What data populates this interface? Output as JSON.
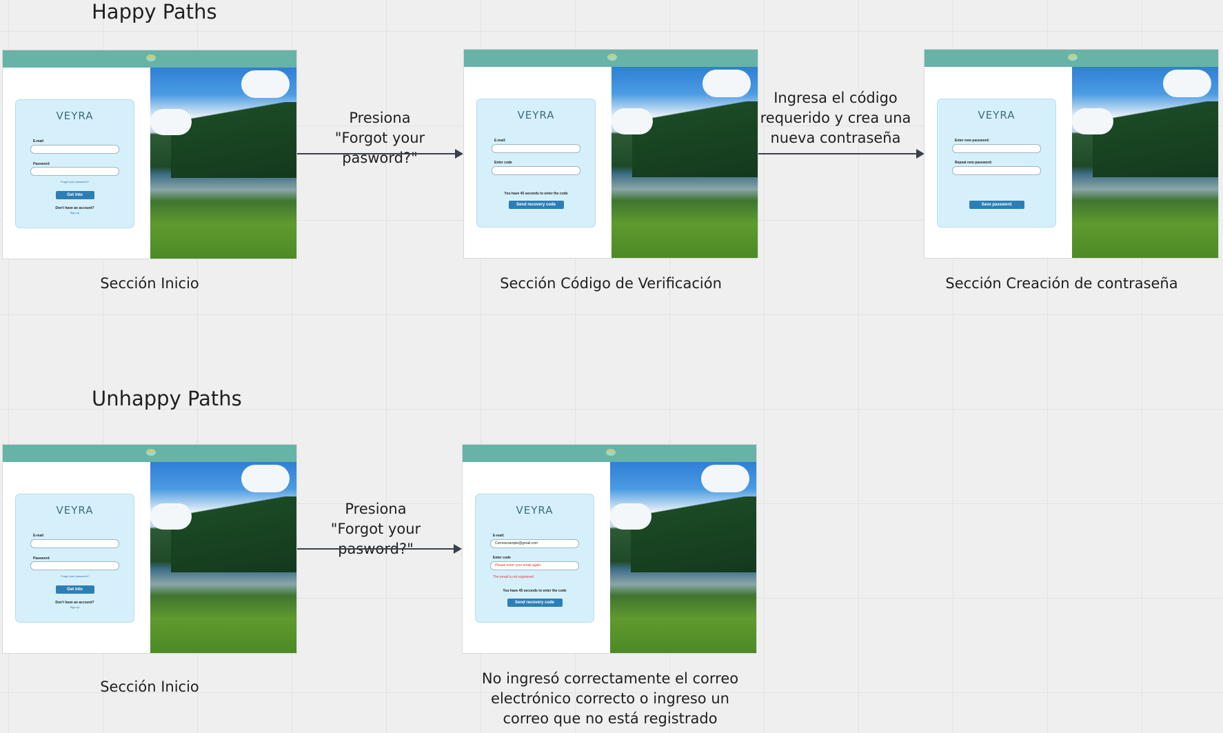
{
  "happy": {
    "title": "Happy Paths",
    "screens": [
      {
        "caption": "Sección Inicio",
        "brand": "VEYRA",
        "email_label": "E-mail",
        "password_label": "Password",
        "forgot_link": "Forgot your password?",
        "button": "Get into",
        "no_account": "Don't have an account?",
        "signup": "Sign up"
      },
      {
        "caption": "Sección Código de Verificación",
        "brand": "VEYRA",
        "email_label": "E-mail:",
        "code_label": "Enter code",
        "timer_note": "You have 45 seconds to enter the code",
        "button": "Send recovery code"
      },
      {
        "caption": "Sección Creación de contraseña",
        "brand": "VEYRA",
        "new_label": "Enter new password:",
        "repeat_label": "Repeat new password:",
        "button": "Save password"
      }
    ],
    "arrows": [
      {
        "label": "Presiona\n\"Forgot your pasword?\""
      },
      {
        "label": "Ingresa el código\nrequerido y crea una\nnueva contraseña"
      }
    ]
  },
  "unhappy": {
    "title": "Unhappy Paths",
    "screens": [
      {
        "caption": "Sección Inicio",
        "brand": "VEYRA",
        "email_label": "E-mail",
        "password_label": "Password",
        "forgot_link": "Forgot your password?",
        "button": "Get into",
        "no_account": "Don't have an account?",
        "signup": "Sign up"
      },
      {
        "caption": "No ingresó correctamente el correo electrónico correcto o ingreso un correo que no está registrado",
        "brand": "VEYRA",
        "email_label": "E-mail:",
        "email_value": "Correoexample@gmail.com",
        "code_label": "Enter code",
        "code_value": "Please enter your email again.",
        "error_note": "The email is not registered",
        "timer_note": "You have 45 seconds to enter the code",
        "button": "Send recovery code"
      }
    ],
    "arrows": [
      {
        "label": "Presiona\n\"Forgot your pasword?\""
      }
    ]
  },
  "colors": {
    "topbar": "#67b3a8",
    "card": "#d6f0fb",
    "button": "#2c7fb5",
    "error": "#e53935",
    "arrow": "#3a3f4b"
  }
}
